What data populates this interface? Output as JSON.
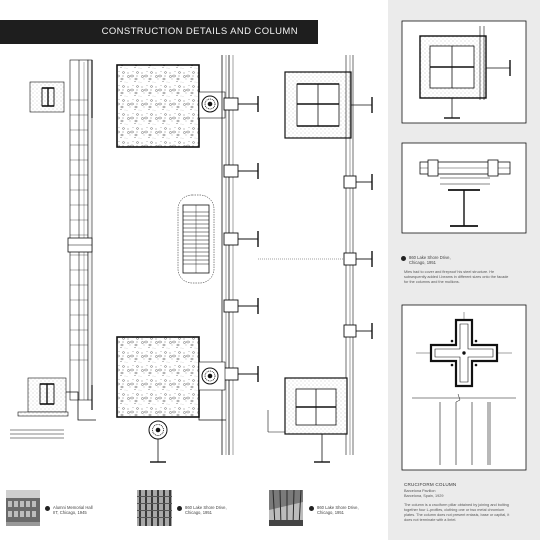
{
  "title": "CONSTRUCTION DETAILS AND COLUMN",
  "captions": {
    "alumni": {
      "line1": "Alumni Memorial Hall",
      "line2": "IIT, Chicago, 1945"
    },
    "lsd1": {
      "line1": "860 Lake Shore Drive,",
      "line2": "Chicago, 1951"
    },
    "lsd2": {
      "line1": "860 Lake Shore Drive,",
      "line2": "Chicago, 1951"
    },
    "lsd3": {
      "line1": "860 Lake Shore Drive,",
      "line2": "Chicago, 1951"
    }
  },
  "note_lsd": {
    "line1": "Mies had to cover and fireproof his steel structure. He",
    "line2": "subsequently added I-beams in different sizes onto the facade",
    "line3": "for the columns and the mullions."
  },
  "cruciform": {
    "title": "CRUCIFORM COLUMN",
    "sub1": "Barcelona Pavilion",
    "sub2": "Barcelona, Spain, 1929",
    "desc1": "The column is a cruciform pillar obtained by joining and bolting",
    "desc2": "together four L-profiles, clothing one or two metal chromium",
    "desc3": "plates. The column does not present entasis, base or capital, it",
    "desc4": "does not terminate with a lintel."
  },
  "colors": {
    "title_bg": "#1e1e1e",
    "panel_bg": "#ebebeb",
    "ink": "#111111"
  }
}
